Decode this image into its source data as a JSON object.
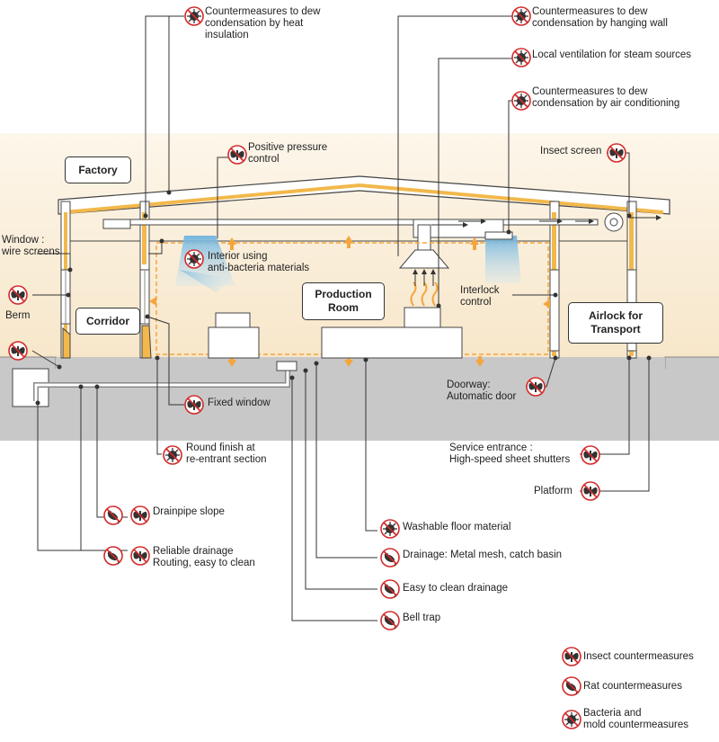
{
  "boxes": {
    "factory": "Factory",
    "corridor": "Corridor",
    "production_room": "Production\nRoom",
    "airlock": "Airlock for\nTransport"
  },
  "labels": {
    "dew_insulation": "Countermeasures to dew\ncondensation by heat\ninsulation",
    "dew_hanging_wall": "Countermeasures to dew\ncondensation by hanging wall",
    "local_ventilation": "Local ventilation for steam sources",
    "dew_air_conditioning": "Countermeasures to dew\ncondensation by air conditioning",
    "positive_pressure": "Positive pressure\ncontrol",
    "insect_screen": "Insect screen",
    "window_screens": "Window :\nwire screens",
    "interior_materials": "Interior using\nanti-bacteria materials",
    "interlock": "Interlock\ncontrol",
    "berm": "Berm",
    "fixed_window": "Fixed window",
    "doorway": "Doorway:\nAutomatic door",
    "round_finish": "Round finish at\nre-entrant section",
    "service_entrance": "Service entrance :\nHigh-speed sheet shutters",
    "platform": "Platform",
    "drainpipe_slope": "Drainpipe slope",
    "reliable_drainage": "Reliable drainage\nRouting, easy to clean",
    "washable_floor": "Washable floor material",
    "drainage_mesh": "Drainage: Metal mesh, catch basin",
    "easy_drainage": "Easy to clean drainage",
    "bell_trap": "Bell trap"
  },
  "legend": {
    "insect": "Insect countermeasures",
    "rat": "Rat countermeasures",
    "bacteria": "Bacteria and\nmold countermeasures"
  },
  "colors": {
    "wall_insulation": "#f2b84b",
    "ground": "#c8c8c8",
    "sky_band": "#fbf1dd",
    "airflow": "#6fb3dd",
    "arrow_orange": "#f5a53c",
    "icon_red": "#d22b2b"
  },
  "icons": {
    "insect": "insect-icon",
    "rat": "rat-icon",
    "bacteria": "bacteria-icon"
  }
}
